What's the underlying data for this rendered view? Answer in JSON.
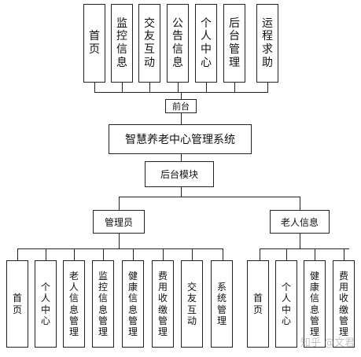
{
  "top_modules": [
    "首页",
    "监控信息",
    "交友互动",
    "公告信息",
    "个人中心",
    "后台管理",
    "运程求助"
  ],
  "front_label": "前台",
  "system_title": "智慧养老中心管理系统",
  "backend_label": "后台模块",
  "admin": {
    "label": "管理员",
    "modules": [
      "首页",
      "个人中心",
      "老人信息管理",
      "监控信息管理",
      "健康信息管理",
      "费用收缴管理",
      "交友互动",
      "系统管理"
    ]
  },
  "elder": {
    "label": "老人信息",
    "modules": [
      "首页",
      "个人中心",
      "健康信息管理",
      "费用收缴管理"
    ]
  },
  "watermark": "知乎 @文君"
}
